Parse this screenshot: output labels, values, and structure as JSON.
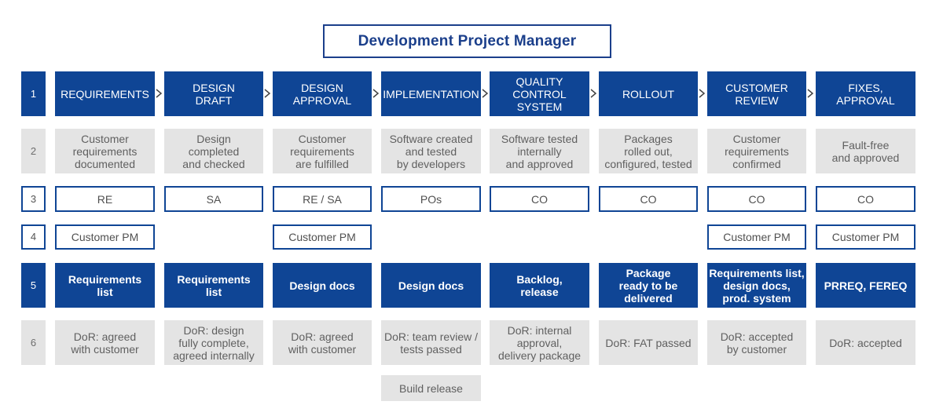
{
  "title": "Development Project Manager",
  "row_numbers": [
    "1",
    "2",
    "3",
    "4",
    "5",
    "6"
  ],
  "phases": [
    "REQUIREMENTS",
    "DESIGN\nDRAFT",
    "DESIGN\nAPPROVAL",
    "IMPLEMENTATION",
    "QUALITY\nCONTROL SYSTEM",
    "ROLLOUT",
    "CUSTOMER\nREVIEW",
    "FIXES,\nAPPROVAL"
  ],
  "descriptions": [
    "Customer\nrequirements\ndocumented",
    "Design\ncompleted\nand checked",
    "Customer\nrequirements\nare fulfilled",
    "Software created\nand tested\nby developers",
    "Software tested\ninternally\nand approved",
    "Packages\nrolled out,\nconfigured, tested",
    "Customer\nrequirements\nconfirmed",
    "Fault-free\nand approved"
  ],
  "roles": [
    "RE",
    "SA",
    "RE / SA",
    "POs",
    "CO",
    "CO",
    "CO",
    "CO"
  ],
  "customer_pm": {
    "col1": "Customer PM",
    "col3": "Customer PM",
    "col7": "Customer PM",
    "col8": "Customer PM"
  },
  "deliverables": [
    "Requirements\nlist",
    "Requirements\nlist",
    "Design docs",
    "Design docs",
    "Backlog,\nrelease",
    "Package\nready to be\ndelivered",
    "Requirements list,\ndesign docs,\nprod. system",
    "PRREQ, FEREQ"
  ],
  "dor": [
    "DoR: agreed\nwith customer",
    "DoR: design\nfully complete,\nagreed internally",
    "DoR: agreed\nwith customer",
    "DoR: team review /\ntests passed",
    "DoR: internal\napproval,\ndelivery package",
    "DoR: FAT passed",
    "DoR: accepted\nby customer",
    "DoR: accepted"
  ],
  "extra": "Build release",
  "colors": {
    "blue": "#0f4595",
    "gray": "#e4e4e4"
  },
  "icons": {
    "arrow": "arrow-right-icon"
  }
}
